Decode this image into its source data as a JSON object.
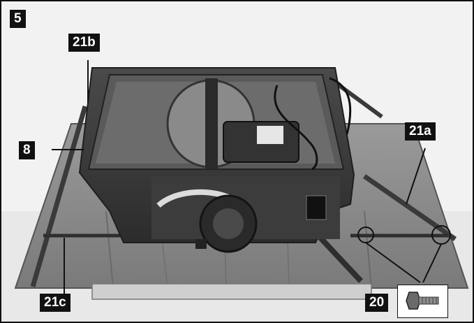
{
  "figure_number": "5",
  "callouts": {
    "c21b": "21b",
    "c8": "8",
    "c21a": "21a",
    "c21c": "21c",
    "c20": "20"
  },
  "colors": {
    "label_bg": "#111111",
    "label_text": "#ffffff",
    "frame": "#111111"
  },
  "icons": {
    "inset": "hex-bolt-icon"
  }
}
